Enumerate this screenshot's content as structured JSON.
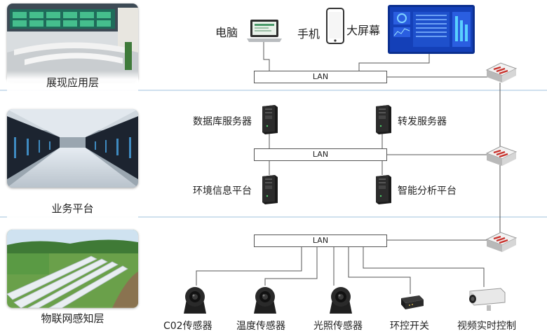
{
  "layers": [
    {
      "label": "展现应用层",
      "icon": "control-room-photo"
    },
    {
      "label": "业务平台",
      "icon": "server-room-photo"
    },
    {
      "label": "物联网感知层",
      "icon": "greenhouse-photo"
    }
  ],
  "presentation": {
    "devices": [
      {
        "label": "电脑",
        "icon": "laptop-icon"
      },
      {
        "label": "手机",
        "icon": "phone-icon"
      },
      {
        "label": "大屏幕",
        "icon": "dashboard-screen-icon"
      }
    ],
    "lan_label": "LAN"
  },
  "platform": {
    "servers": [
      {
        "label": "数据库服务器",
        "icon": "tower-server-icon"
      },
      {
        "label": "转发服务器",
        "icon": "tower-server-icon"
      },
      {
        "label": "环境信息平台",
        "icon": "tower-server-icon"
      },
      {
        "label": "智能分析平台",
        "icon": "tower-server-icon"
      }
    ],
    "lan_label": "LAN"
  },
  "perception": {
    "lan_label": "LAN",
    "devices": [
      {
        "label": "C02传感器",
        "icon": "ptz-camera-icon"
      },
      {
        "label": "温度传感器",
        "icon": "ptz-camera-icon"
      },
      {
        "label": "光照传感器",
        "icon": "ptz-camera-icon"
      },
      {
        "label": "环控开关",
        "icon": "control-switch-icon"
      },
      {
        "label": "视频实时控制",
        "icon": "bullet-camera-icon"
      }
    ]
  },
  "switches": [
    {
      "icon": "network-switch-icon"
    },
    {
      "icon": "network-switch-icon"
    },
    {
      "icon": "network-switch-icon"
    }
  ],
  "colors": {
    "separator": "#cfe0ee",
    "switch_red": "#c8322c",
    "screen_blue": "#1a4fd6"
  }
}
